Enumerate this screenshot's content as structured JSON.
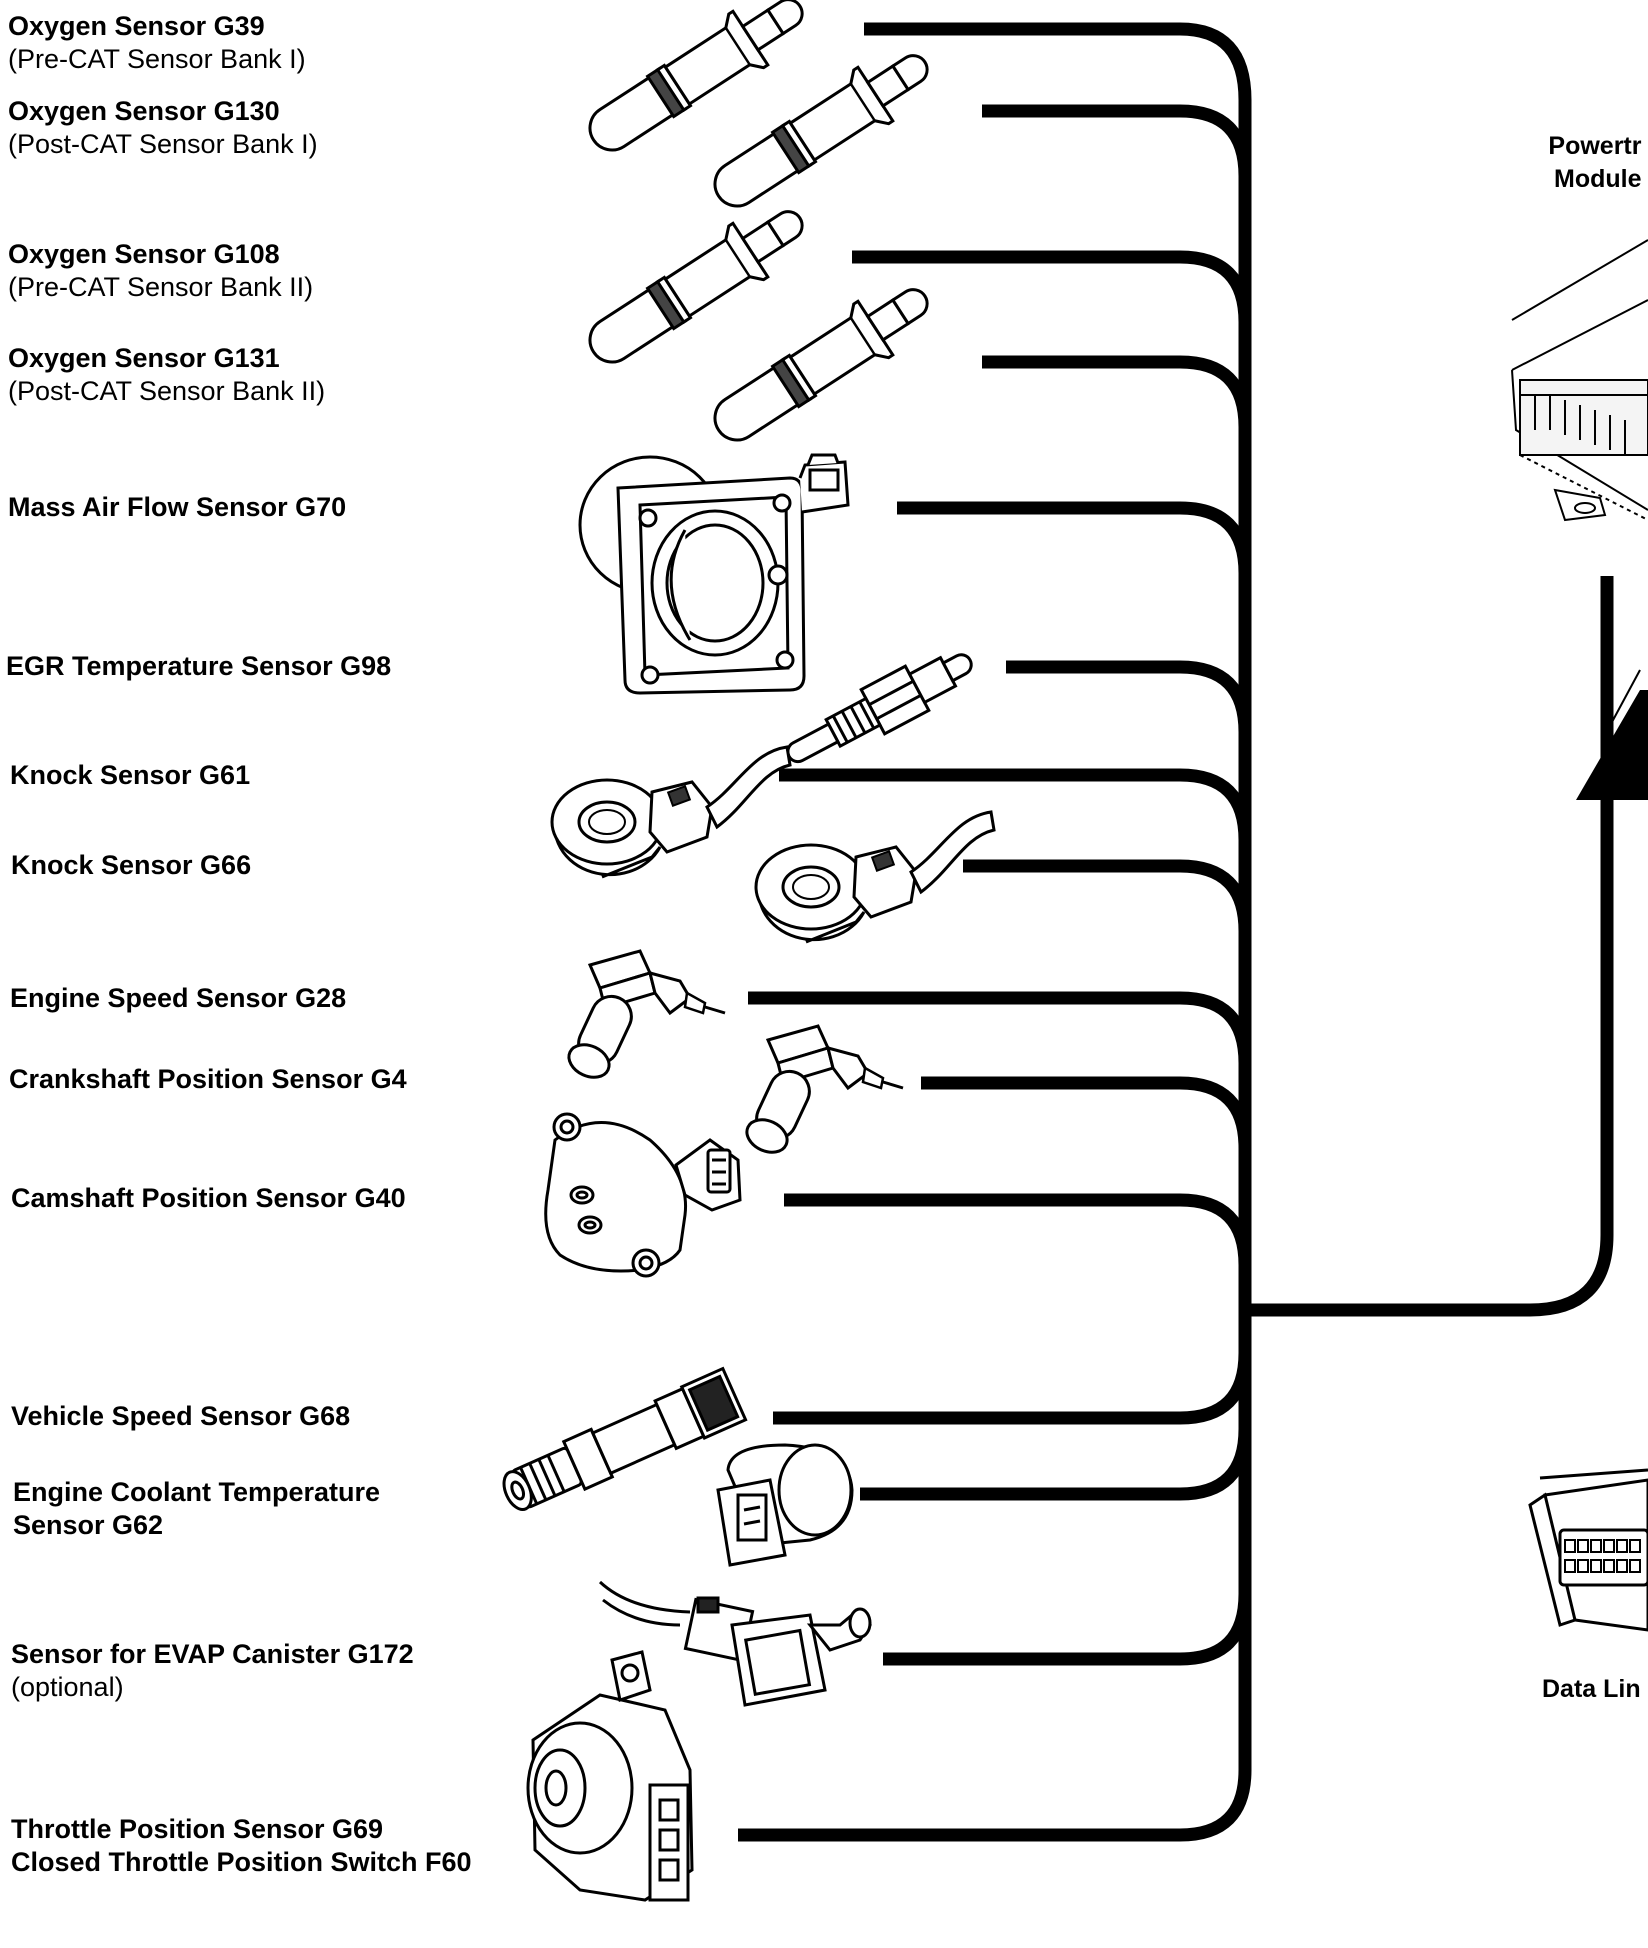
{
  "sensors": [
    {
      "line1": "Oxygen Sensor G39",
      "line2": "(Pre-CAT Sensor Bank I)"
    },
    {
      "line1": "Oxygen Sensor G130",
      "line2": "(Post-CAT Sensor Bank I)"
    },
    {
      "line1": "Oxygen Sensor G108",
      "line2": "(Pre-CAT Sensor Bank II)"
    },
    {
      "line1": "Oxygen Sensor G131",
      "line2": "(Post-CAT Sensor Bank II)"
    },
    {
      "line1": "Mass Air Flow Sensor G70"
    },
    {
      "line1": "EGR Temperature Sensor G98"
    },
    {
      "line1": "Knock Sensor G61"
    },
    {
      "line1": "Knock Sensor G66"
    },
    {
      "line1": "Engine Speed Sensor G28"
    },
    {
      "line1": "Crankshaft Position Sensor G4"
    },
    {
      "line1": "Camshaft Position Sensor G40"
    },
    {
      "line1": "Vehicle Speed Sensor G68"
    },
    {
      "line1": "Engine Coolant Temperature",
      "line2": "Sensor G62",
      "line2_bold": true
    },
    {
      "line1": "Sensor for EVAP Canister G172",
      "line2": "(optional)"
    },
    {
      "line1": "Throttle Position Sensor G69",
      "line2": "Closed Throttle Position  Switch F60",
      "line2_bold": true
    }
  ],
  "right_labels": {
    "powertrain_1": "Powertr",
    "powertrain_2": "Module",
    "datalink": "Data Lin"
  }
}
